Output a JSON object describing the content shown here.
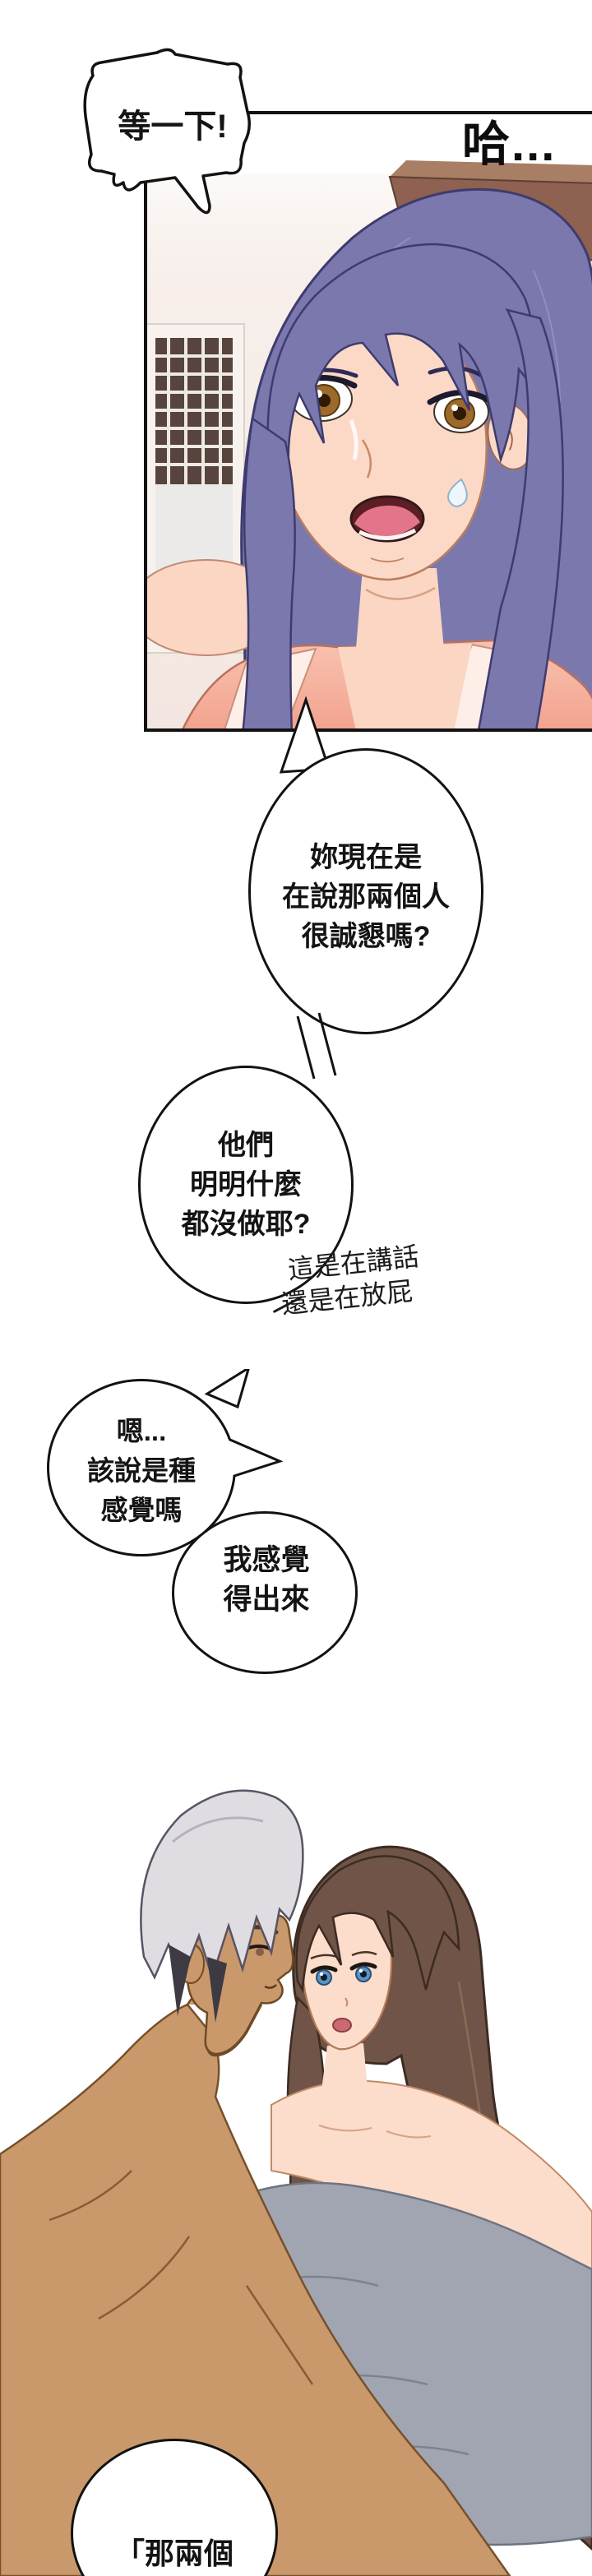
{
  "comic": {
    "bubbles": {
      "wait": {
        "text": "等一下!"
      },
      "sfx": {
        "text": "哈..."
      },
      "b1": {
        "lines": [
          "妳現在是",
          "在說那兩個人",
          "很誠懇嗎?"
        ]
      },
      "b2": {
        "lines": [
          "他們",
          "明明什麼",
          "都沒做耶?"
        ]
      },
      "aside": {
        "lines": [
          "這是在講話",
          "還是在放屁"
        ]
      },
      "b3": {
        "lines": [
          "嗯...",
          "該說是種",
          "感覺嗎"
        ]
      },
      "b4": {
        "lines": [
          "我感覺",
          "得出來"
        ]
      },
      "b5": {
        "text": "「那兩個"
      }
    },
    "palette": {
      "ink": "#121212",
      "wall": "#f5ece8",
      "hair_purple": "#7b78ae",
      "skin_light": "#fcd9c7",
      "shirt_pink": "#f5ad99",
      "window_brown": "#57443d",
      "shelf_brown": "#8e6150",
      "door_tan": "#b5905e",
      "man_skin_tan": "#c9996c",
      "man_hair_silver": "#e0dde2",
      "woman_hair_brown": "#705448",
      "woman_skin": "#fcdccb",
      "blanket_gray": "#a0a5b1",
      "eye_brown": "#9c6a2a",
      "eye_blue": "#5b93c4"
    }
  }
}
